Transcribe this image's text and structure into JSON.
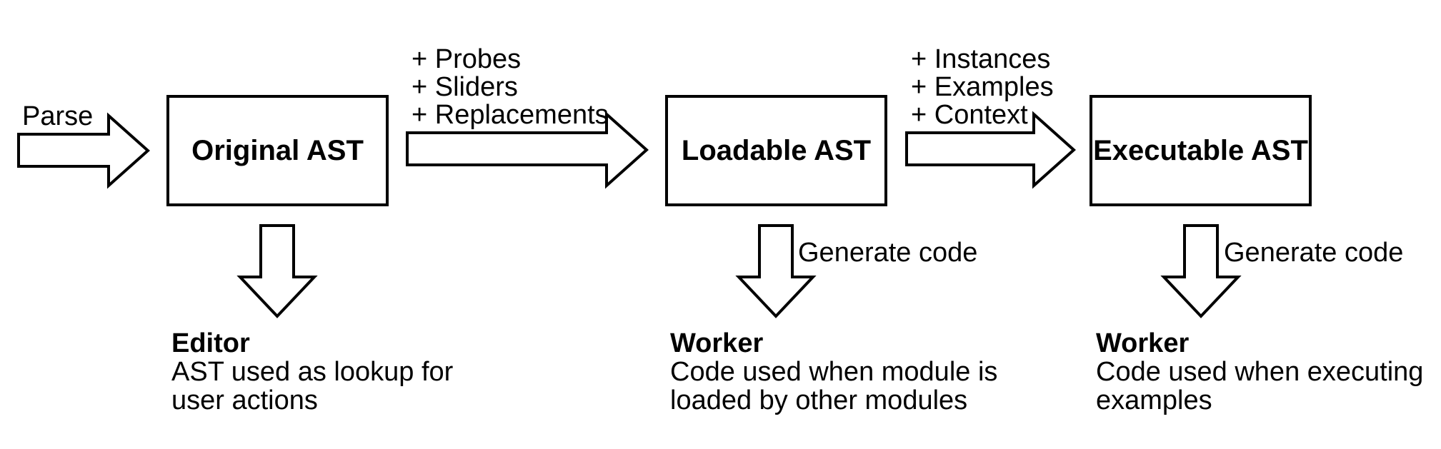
{
  "diagram": {
    "parse_label": "Parse",
    "boxes": [
      {
        "label": "Original AST"
      },
      {
        "label": "Loadable AST"
      },
      {
        "label": "Executable AST"
      }
    ],
    "transform1_additions": [
      "+ Probes",
      "+ Sliders",
      "+ Replacements"
    ],
    "transform2_additions": [
      "+ Instances",
      "+ Examples",
      "+ Context"
    ],
    "generate_code_labels": [
      "Generate code",
      "Generate code"
    ],
    "outputs": [
      {
        "title": "Editor",
        "lines": [
          "AST used as lookup for",
          "user actions"
        ]
      },
      {
        "title": "Worker",
        "lines": [
          "Code used when module is",
          "loaded by other modules"
        ]
      },
      {
        "title": "Worker",
        "lines": [
          "Code used when executing",
          "examples"
        ]
      }
    ],
    "colors": {
      "background": "#ffffff",
      "stroke": "#000000",
      "text": "#000000"
    }
  }
}
